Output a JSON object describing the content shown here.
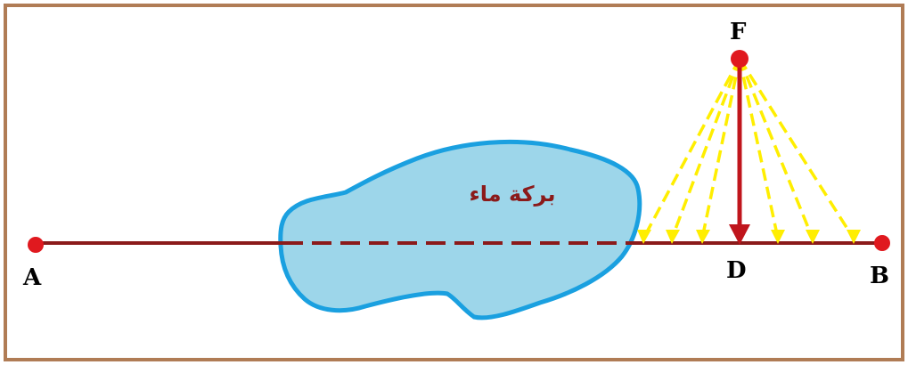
{
  "points": {
    "A": "A",
    "B": "B",
    "D": "D",
    "F": "F"
  },
  "pond_label": "بركة ماء",
  "colors": {
    "frame": "#b07c55",
    "line": "#8b1a1a",
    "point": "#e0191f",
    "perpendicular": "#c0151c",
    "rays": "#ffee00",
    "pond_fill": "#9dd6ea",
    "pond_stroke": "#1aa0e0",
    "label": "#000000"
  }
}
